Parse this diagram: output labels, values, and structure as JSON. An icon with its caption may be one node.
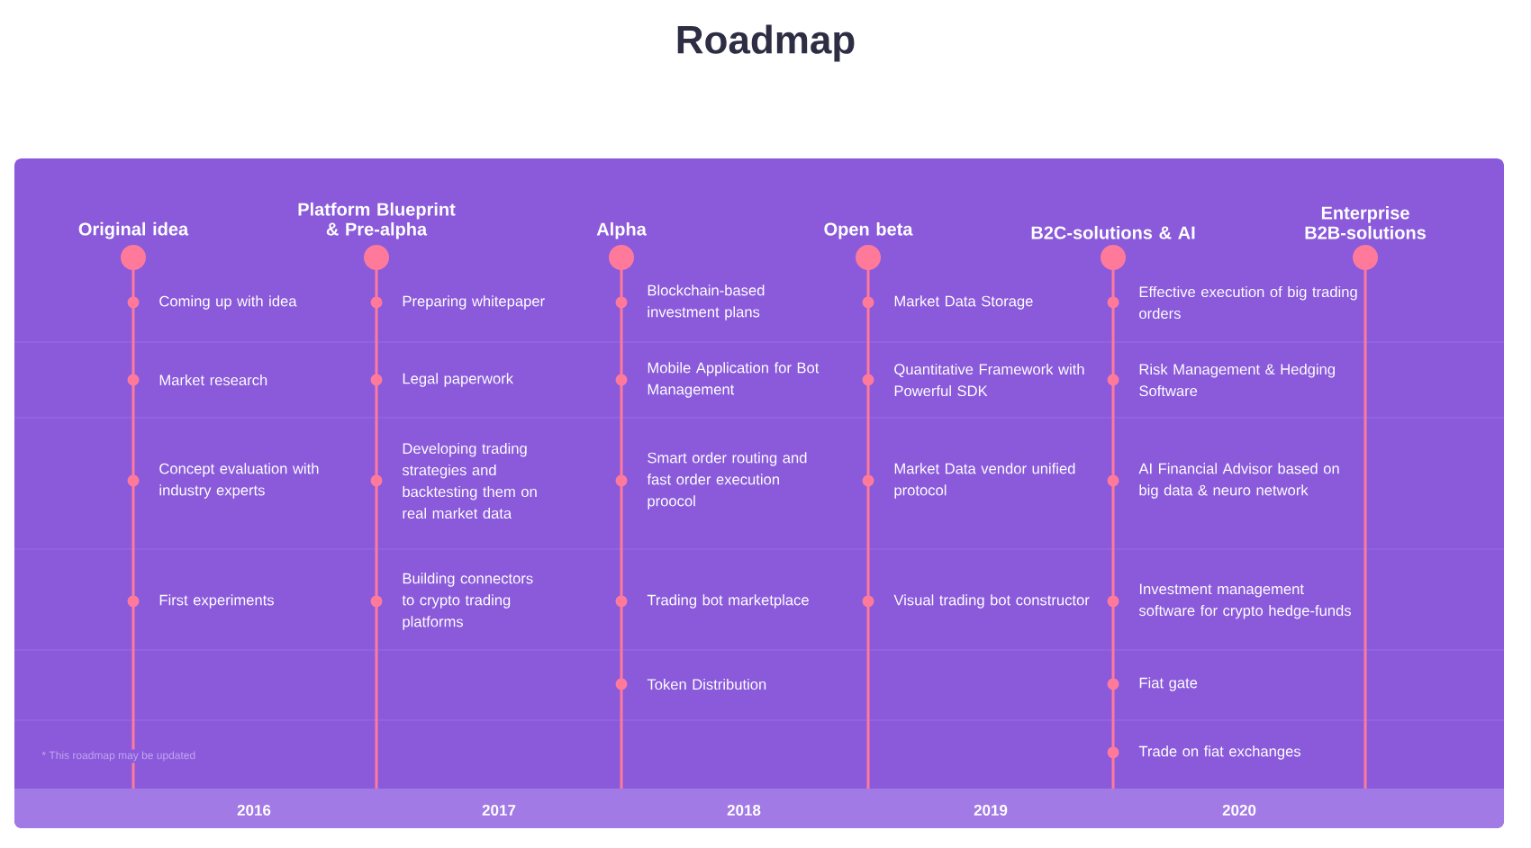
{
  "diagram": {
    "title": "Roadmap",
    "nodes": [
      {
        "text": [
          "Original idea"
        ]
      },
      {
        "text": [
          "Coming up with idea"
        ]
      },
      {
        "text": [
          "Market research"
        ]
      },
      {
        "text": [
          "Concept evaluation with industry experts"
        ]
      },
      {
        "text": [
          "First experiments"
        ]
      },
      {
        "text": [
          "Platform Blueprint & Pre-alpha"
        ]
      },
      {
        "text": [
          "Preparing whitepaper"
        ]
      },
      {
        "text": [
          "Legal paperwork"
        ]
      },
      {
        "text": [
          "Developing trading strategies and backtesting them on real market data"
        ]
      },
      {
        "text": [
          "Building connectors to crypto trading platforms"
        ]
      },
      {
        "text": [
          "Alpha"
        ]
      },
      {
        "text": [
          "Blockchain-based investment plans"
        ]
      },
      {
        "text": [
          "Mobile Application for Bot Management"
        ]
      },
      {
        "text": [
          "Smart order routing and fast order execution proocol"
        ]
      },
      {
        "text": [
          "Trading bot marketplace"
        ]
      },
      {
        "text": [
          "Token Distribution"
        ]
      },
      {
        "text": [
          "Open beta"
        ]
      },
      {
        "text": [
          "Market Data Storage"
        ]
      },
      {
        "text": [
          "Quantitative Framework with Powerful SDK"
        ]
      },
      {
        "text": [
          "Market Data vendor unified protocol"
        ]
      },
      {
        "text": [
          "Visual trading bot constructor"
        ]
      },
      {
        "text": [
          "B2C-solutions & AI"
        ]
      },
      {
        "text": [
          "Effective execution of big trading orders"
        ]
      },
      {
        "text": [
          "Risk Management & Hedging Software"
        ]
      },
      {
        "text": [
          "AI Financial Advisor based on big data & neuro network"
        ]
      },
      {
        "text": [
          "Investment management software for crypto hedge-funds"
        ]
      },
      {
        "text": [
          "Fiat gate"
        ]
      },
      {
        "text": [
          "Trade on fiat exchanges"
        ]
      },
      {
        "text": [
          "Enterprise B2B-solutions"
        ]
      }
    ],
    "labels": [
      "* This roadmap may be updated",
      "2016",
      "2017",
      "2018",
      "2019",
      "2020"
    ]
  }
}
